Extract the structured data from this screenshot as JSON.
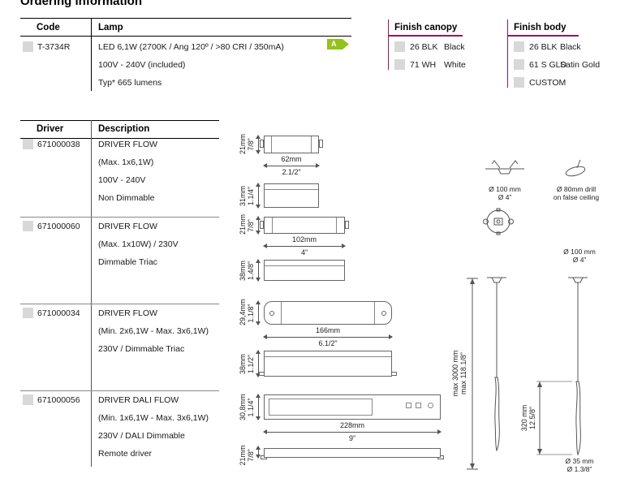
{
  "title": "Ordering information",
  "colors": {
    "accent_magenta": "#8e1a60",
    "energy_green": "#94c11f",
    "checkbox_gray": "#d8d8d8"
  },
  "lamp_table": {
    "code_header": "Code",
    "lamp_header": "Lamp",
    "code": "T-3734R",
    "lamp_l1": "LED 6,1W (2700K / Ang 120º / >80 CRI / 350mA)",
    "lamp_l2": "100V - 240V (included)",
    "lamp_l3": "Typ* 665 lumens",
    "energy_class": "A"
  },
  "finish_canopy": {
    "title": "Finish canopy",
    "items": [
      {
        "code": "26 BLK",
        "name": "Black"
      },
      {
        "code": "71 WH",
        "name": "White"
      }
    ]
  },
  "finish_body": {
    "title": "Finish body",
    "items": [
      {
        "code": "26 BLK",
        "name": "Black"
      },
      {
        "code": "61 S GLD",
        "name": "Satin Gold"
      },
      {
        "code": "CUSTOM",
        "name": ""
      }
    ]
  },
  "driver_table": {
    "driver_header": "Driver",
    "description_header": "Description",
    "rows": [
      {
        "code": "671000038",
        "l1": "DRIVER FLOW",
        "l2": "(Max. 1x6,1W)",
        "l3": "100V - 240V",
        "l4": "Non Dimmable"
      },
      {
        "code": "671000060",
        "l1": "DRIVER FLOW",
        "l2": "(Max. 1x10W) / 230V",
        "l3": "Dimmable Triac",
        "l4": ""
      },
      {
        "code": "671000034",
        "l1": "DRIVER FLOW",
        "l2": "(Min. 2x6,1W - Max. 3x6,1W)",
        "l3": "230V / Dimmable Triac",
        "l4": ""
      },
      {
        "code": "671000056",
        "l1": "DRIVER DALI FLOW",
        "l2": "(Min. 1x6,1W - Max. 3x6,1W)",
        "l3": "230V / DALI Dimmable",
        "l4": "Remote driver"
      }
    ]
  },
  "diagrams": {
    "d1": {
      "h_mm": "21mm",
      "h_in": "7/8”",
      "w_mm": "62mm",
      "w_in": "2.1/2”",
      "d_mm": "31mm",
      "d_in": "1.1/4”"
    },
    "d2": {
      "h_mm": "21mm",
      "h_in": "7/8”",
      "w_mm": "102mm",
      "w_in": "4”",
      "d_mm": "38mm",
      "d_in": "1.4/8”"
    },
    "d3": {
      "h_mm": "29,4mm",
      "h_in": "1.1/8”",
      "w_mm": "166mm",
      "w_in": "6.1/2”",
      "d_mm": "38mm",
      "d_in": "1.1/2”"
    },
    "d4": {
      "h_mm": "30,8mm",
      "h_in": "1.1/4”",
      "w_mm": "228mm",
      "w_in": "9”",
      "d_mm": "21mm",
      "d_in": "7/8”"
    }
  },
  "fixture": {
    "canopy_d_mm": "Ø 100 mm",
    "canopy_d_in": "Ø 4”",
    "drill_l1": "Ø 80mm drill",
    "drill_l2": "on false ceiling",
    "pendant_canopy_mm": "Ø 100 mm",
    "pendant_canopy_in": "Ø 4”",
    "max_mm": "max 3000 mm",
    "max_in": "max 118.1/8”",
    "body_mm": "320 mm",
    "body_in": "12.5/8”",
    "tube_mm": "Ø 35 mm",
    "tube_in": "Ø 1.3/8”"
  }
}
